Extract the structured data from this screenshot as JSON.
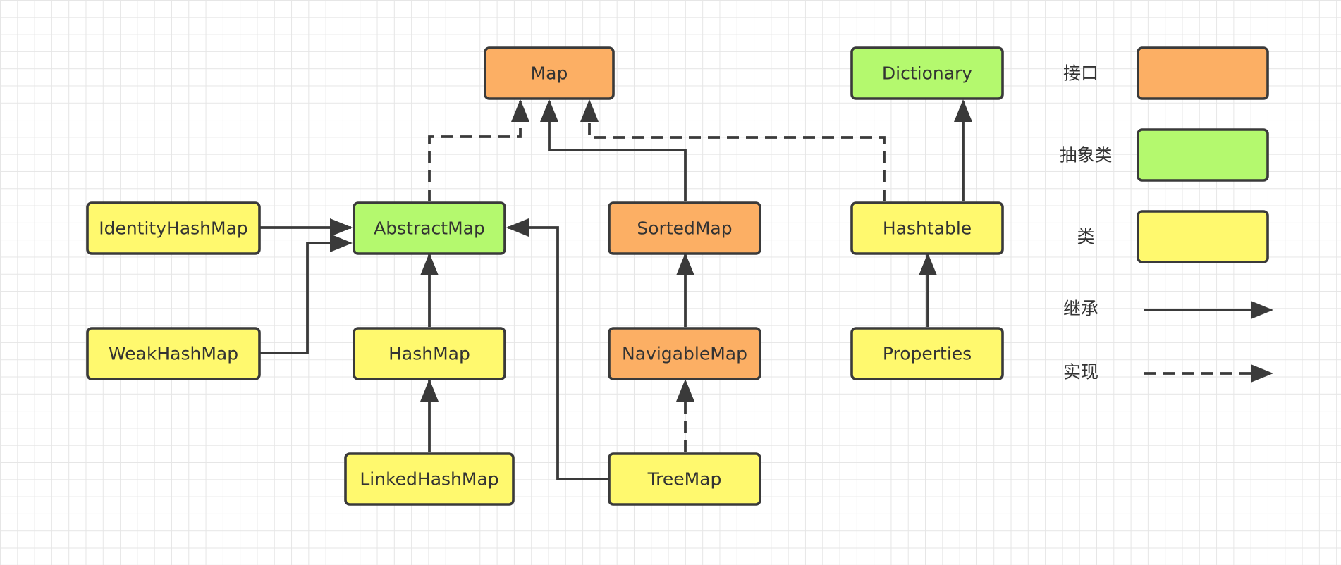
{
  "colors": {
    "interface": "#FCAF64",
    "abstract": "#B4F96E",
    "class": "#FFF96E",
    "stroke": "#3a3a3a"
  },
  "nodes": [
    {
      "id": "map",
      "label": "Map",
      "kind": "interface"
    },
    {
      "id": "dictionary",
      "label": "Dictionary",
      "kind": "abstract"
    },
    {
      "id": "identityhashmap",
      "label": "IdentityHashMap",
      "kind": "class"
    },
    {
      "id": "abstractmap",
      "label": "AbstractMap",
      "kind": "abstract"
    },
    {
      "id": "sortedmap",
      "label": "SortedMap",
      "kind": "interface"
    },
    {
      "id": "hashtable",
      "label": "Hashtable",
      "kind": "class"
    },
    {
      "id": "weakhashmap",
      "label": "WeakHashMap",
      "kind": "class"
    },
    {
      "id": "hashmap",
      "label": "HashMap",
      "kind": "class"
    },
    {
      "id": "navigablemap",
      "label": "NavigableMap",
      "kind": "interface"
    },
    {
      "id": "properties",
      "label": "Properties",
      "kind": "class"
    },
    {
      "id": "linkedhashmap",
      "label": "LinkedHashMap",
      "kind": "class"
    },
    {
      "id": "treemap",
      "label": "TreeMap",
      "kind": "class"
    }
  ],
  "edges": [
    {
      "from": "abstractmap",
      "to": "map",
      "type": "implements"
    },
    {
      "from": "sortedmap",
      "to": "map",
      "type": "extends"
    },
    {
      "from": "hashtable",
      "to": "map",
      "type": "implements"
    },
    {
      "from": "hashtable",
      "to": "dictionary",
      "type": "extends"
    },
    {
      "from": "identityhashmap",
      "to": "abstractmap",
      "type": "extends"
    },
    {
      "from": "weakhashmap",
      "to": "abstractmap",
      "type": "extends"
    },
    {
      "from": "hashmap",
      "to": "abstractmap",
      "type": "extends"
    },
    {
      "from": "treemap",
      "to": "abstractmap",
      "type": "extends"
    },
    {
      "from": "navigablemap",
      "to": "sortedmap",
      "type": "extends"
    },
    {
      "from": "properties",
      "to": "hashtable",
      "type": "extends"
    },
    {
      "from": "linkedhashmap",
      "to": "hashmap",
      "type": "extends"
    },
    {
      "from": "treemap",
      "to": "navigablemap",
      "type": "implements"
    }
  ],
  "legend": {
    "interface": "接口",
    "abstract": "抽象类",
    "class": "类",
    "extends": "继承",
    "implements": "实现"
  }
}
